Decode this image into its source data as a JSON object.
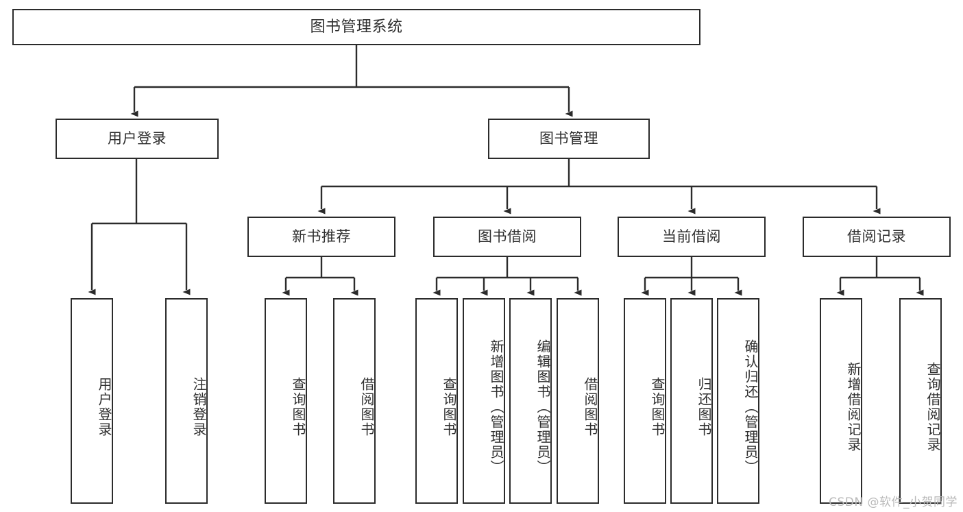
{
  "diagram": {
    "title": "图书管理系统",
    "type": "tree-hierarchy-chart",
    "stroke_color": "#2b2b2b",
    "text_color": "#2f2f2f",
    "background_color": "#ffffff"
  },
  "nodes": {
    "root": {
      "label": "图书管理系统"
    },
    "level2": [
      {
        "id": "user-login",
        "label": "用户登录"
      },
      {
        "id": "book-management",
        "label": "图书管理"
      }
    ],
    "level3": [
      {
        "id": "new-book-recommend",
        "label": "新书推荐"
      },
      {
        "id": "book-borrow",
        "label": "图书借阅"
      },
      {
        "id": "current-borrow",
        "label": "当前借阅"
      },
      {
        "id": "borrow-record",
        "label": "借阅记录"
      }
    ],
    "leaves": {
      "user_login": [
        {
          "id": "leaf-user-login",
          "label": "用户登录"
        },
        {
          "id": "leaf-logout-login",
          "label": "注销登录"
        }
      ],
      "new_book_recommend": [
        {
          "id": "leaf-query-book-1",
          "label": "查询图书"
        },
        {
          "id": "leaf-borrow-book-1",
          "label": "借阅图书"
        }
      ],
      "book_borrow": [
        {
          "id": "leaf-query-book-2",
          "label": "查询图书"
        },
        {
          "id": "leaf-add-book",
          "label": "新增图书（管理员）"
        },
        {
          "id": "leaf-edit-book",
          "label": "编辑图书（管理员）"
        },
        {
          "id": "leaf-borrow-book-2",
          "label": "借阅图书"
        }
      ],
      "current_borrow": [
        {
          "id": "leaf-query-book-3",
          "label": "查询图书"
        },
        {
          "id": "leaf-return-book",
          "label": "归还图书"
        },
        {
          "id": "leaf-confirm-return",
          "label": "确认归还（管理员）"
        }
      ],
      "borrow_record": [
        {
          "id": "leaf-add-record",
          "label": "新增借阅记录"
        },
        {
          "id": "leaf-query-record",
          "label": "查询借阅记录"
        }
      ]
    }
  },
  "watermark": {
    "text": "CSDN @软件_小贺同学"
  }
}
